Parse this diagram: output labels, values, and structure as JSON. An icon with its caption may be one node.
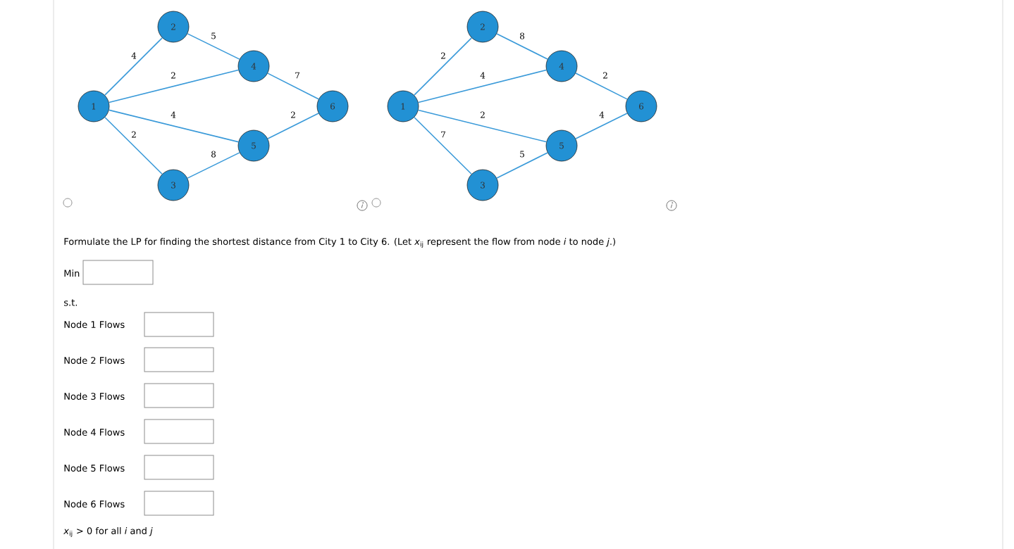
{
  "diagram": {
    "nodes": [
      {
        "text": [
          "1"
        ]
      },
      {
        "text": [
          "2"
        ]
      },
      {
        "text": [
          "3"
        ]
      },
      {
        "text": [
          "4"
        ]
      },
      {
        "text": [
          "5"
        ]
      },
      {
        "text": [
          "6"
        ]
      },
      {
        "text": [
          "1"
        ]
      },
      {
        "text": [
          "2"
        ]
      },
      {
        "text": [
          "3"
        ]
      },
      {
        "text": [
          "4"
        ]
      },
      {
        "text": [
          "5"
        ]
      },
      {
        "text": [
          "6"
        ]
      }
    ],
    "edges": [
      {
        "from": 0,
        "to": 1,
        "arrow": "none",
        "label": "4"
      },
      {
        "from": 0,
        "to": 3,
        "arrow": "none",
        "label": "2"
      },
      {
        "from": 0,
        "to": 4,
        "arrow": "none",
        "label": "4"
      },
      {
        "from": 0,
        "to": 2,
        "arrow": "none",
        "label": "2"
      },
      {
        "from": 1,
        "to": 3,
        "arrow": "none",
        "label": "5"
      },
      {
        "from": 3,
        "to": 5,
        "arrow": "none",
        "label": "7"
      },
      {
        "from": 2,
        "to": 4,
        "arrow": "none",
        "label": "8"
      },
      {
        "from": 4,
        "to": 5,
        "arrow": "none",
        "label": "2"
      },
      {
        "from": 6,
        "to": 7,
        "arrow": "none",
        "label": "2"
      },
      {
        "from": 6,
        "to": 9,
        "arrow": "none",
        "label": "4"
      },
      {
        "from": 6,
        "to": 10,
        "arrow": "none",
        "label": "2"
      },
      {
        "from": 6,
        "to": 8,
        "arrow": "none",
        "label": "7"
      },
      {
        "from": 7,
        "to": 9,
        "arrow": "none",
        "label": "8"
      },
      {
        "from": 9,
        "to": 11,
        "arrow": "none",
        "label": "2"
      },
      {
        "from": 8,
        "to": 10,
        "arrow": "none",
        "label": "5"
      },
      {
        "from": 10,
        "to": 11,
        "arrow": "none",
        "label": "4"
      }
    ],
    "labels": [
      "Formulate the LP for finding the shortest distance from City 1 to City 6. (Let *x*$_{ij}$ represent the flow from node *i* to node *j*.)",
      "Min",
      "s.t.",
      "Node 1 Flows",
      "Node 2 Flows",
      "Node 3 Flows",
      "Node 4 Flows",
      "Node 5 Flows",
      "Node 6 Flows",
      "*x*$_{ij}$ > 0 for all *i* and *j*"
    ]
  }
}
